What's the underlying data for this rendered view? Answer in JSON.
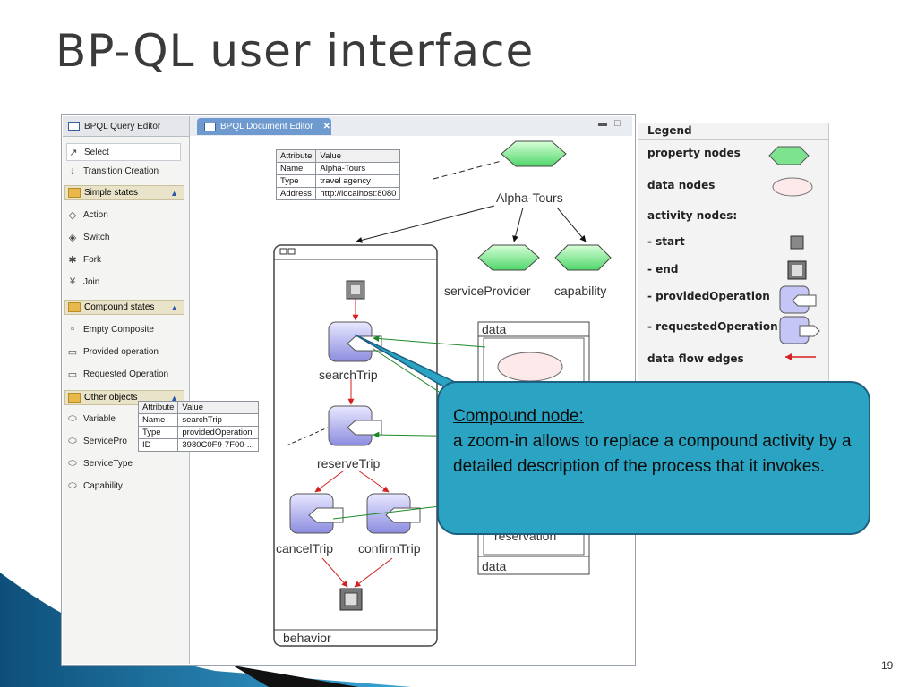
{
  "slide": {
    "title": "BP-QL user interface",
    "page_number": "19"
  },
  "palette": {
    "tab_label": "BPQL Query Editor",
    "tools": [
      {
        "label": "Select",
        "icon": "cursor-arrow-icon"
      },
      {
        "label": "Transition Creation",
        "icon": "down-arrow-icon"
      }
    ],
    "drawers": [
      {
        "label": "Simple states",
        "items": [
          {
            "label": "Action",
            "icon": "action-shape-icon"
          },
          {
            "label": "Switch",
            "icon": "switch-diamond-icon"
          },
          {
            "label": "Fork",
            "icon": "fork-icon"
          },
          {
            "label": "Join",
            "icon": "join-icon"
          }
        ]
      },
      {
        "label": "Compound states",
        "items": [
          {
            "label": "Empty Composite",
            "icon": "composite-icon"
          },
          {
            "label": "Provided operation",
            "icon": "provided-operation-icon"
          },
          {
            "label": "Requested Operation",
            "icon": "requested-operation-icon"
          }
        ]
      },
      {
        "label": "Other objects",
        "items": [
          {
            "label": "Variable",
            "icon": "ellipse-icon"
          },
          {
            "label": "ServicePro",
            "icon": "ellipse-icon"
          },
          {
            "label": "ServiceType",
            "icon": "ellipse-icon"
          },
          {
            "label": "Capability",
            "icon": "ellipse-icon"
          }
        ]
      }
    ]
  },
  "editor": {
    "tab_label": "BPQL Document Editor",
    "property_table_top": {
      "headers": [
        "Attribute",
        "Value"
      ],
      "rows": [
        [
          "Name",
          "Alpha-Tours"
        ],
        [
          "Type",
          "travel agency"
        ],
        [
          "Address",
          "http://localhost:8080"
        ]
      ]
    },
    "property_table_bottom": {
      "headers": [
        "Attribute",
        "Value"
      ],
      "rows": [
        [
          "Name",
          "searchTrip"
        ],
        [
          "Type",
          "providedOperation"
        ],
        [
          "ID",
          "3980C0F9-7F00-..."
        ]
      ]
    },
    "nodes": {
      "alpha": "Alpha-Tours",
      "service_provider": "serviceProvider",
      "capability": "capability",
      "search_trip": "searchTrip",
      "reserve_trip": "reserveTrip",
      "cancel_trip": "cancelTrip",
      "confirm_trip": "confirmTrip",
      "data_top": "data",
      "data_bottom": "data",
      "reservation": "reservation",
      "behavior": "behavior"
    }
  },
  "legend": {
    "title": "Legend",
    "rows": [
      {
        "label": "property nodes",
        "icon": "hexagon-icon"
      },
      {
        "label": "data nodes",
        "icon": "ellipse-icon"
      },
      {
        "label": "activity nodes:",
        "icon": ""
      },
      {
        "label": "- start",
        "icon": "start-node-icon"
      },
      {
        "label": "- end",
        "icon": "end-node-icon"
      },
      {
        "label": "- providedOperation",
        "icon": "provided-operation-icon"
      },
      {
        "label": "- requestedOperation",
        "icon": "requested-operation-icon"
      },
      {
        "label": "data flow edges",
        "icon": "red-arrow-icon"
      }
    ]
  },
  "callout": {
    "heading": "Compound node:",
    "body": "a zoom-in allows to replace a compound activity by a detailed description of the process that it invokes."
  },
  "colors": {
    "hexagon": "#7ee38f",
    "callout": "#2aa4c2",
    "data_flow": "#d42020",
    "activity_flow": "#1d8a2a",
    "tab_active": "#6e9ad0"
  }
}
